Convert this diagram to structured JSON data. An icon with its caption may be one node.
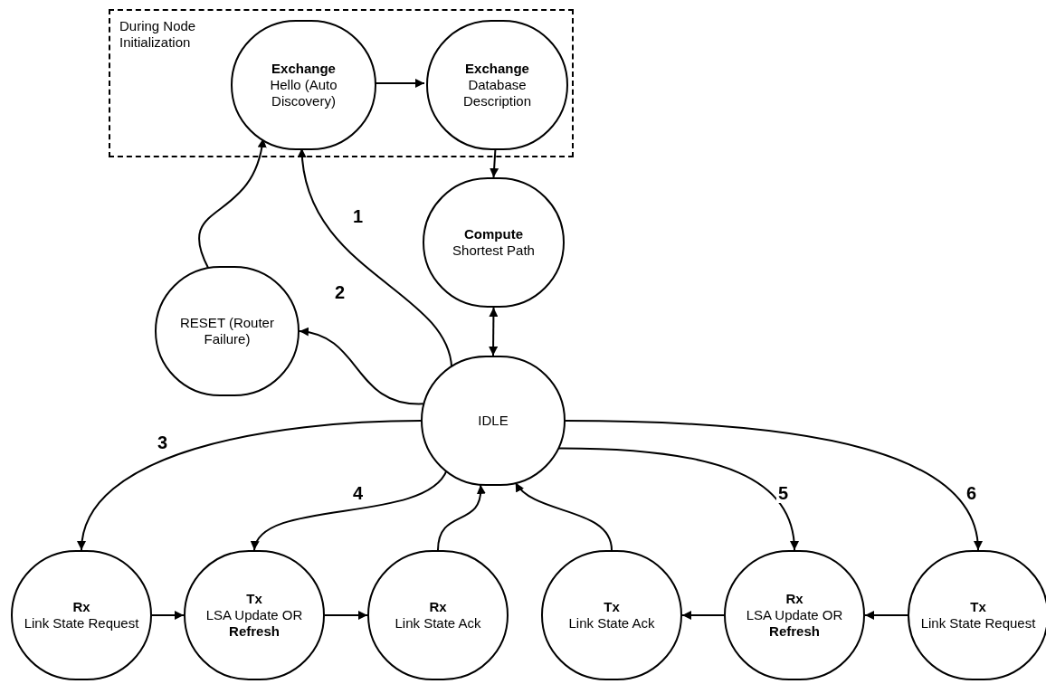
{
  "diagram": {
    "nodes": [
      {
        "text": [
          "During Node Initialization"
        ]
      },
      {
        "text": [
          "Exchange",
          "Hello (Auto Discovery)"
        ],
        "in": 0
      },
      {
        "text": [
          "Exchange",
          "Database Description"
        ],
        "in": 0
      },
      {
        "text": [
          "Compute",
          "Shortest Path"
        ]
      },
      {
        "text": [
          "RESET (Router Failure)"
        ]
      },
      {
        "text": [
          "IDLE"
        ]
      },
      {
        "text": [
          "Rx",
          "Link State Request"
        ]
      },
      {
        "text": [
          "Tx",
          "LSA Update OR **Refresh**"
        ]
      },
      {
        "text": [
          "Rx",
          "Link State Ack"
        ]
      },
      {
        "text": [
          "Tx",
          "Link State Ack"
        ]
      },
      {
        "text": [
          "Rx",
          "LSA Update OR **Refresh**"
        ]
      },
      {
        "text": [
          "Tx",
          "Link State Request"
        ]
      }
    ],
    "edges": [
      {
        "from": 1,
        "to": 2,
        "arrow": "to"
      },
      {
        "from": 2,
        "to": 3,
        "arrow": "to"
      },
      {
        "from": 3,
        "to": 5,
        "arrow": "both"
      },
      {
        "from": 5,
        "to": 1,
        "arrow": "to",
        "label": "1"
      },
      {
        "from": 5,
        "to": 4,
        "arrow": "to",
        "label": "2"
      },
      {
        "from": 4,
        "to": 1,
        "arrow": "to"
      },
      {
        "from": 5,
        "to": 6,
        "arrow": "to",
        "label": "3"
      },
      {
        "from": 5,
        "to": 7,
        "arrow": "to",
        "label": "4"
      },
      {
        "from": 8,
        "to": 5,
        "arrow": "to"
      },
      {
        "from": 9,
        "to": 5,
        "arrow": "to"
      },
      {
        "from": 5,
        "to": 10,
        "arrow": "to",
        "label": "5"
      },
      {
        "from": 5,
        "to": 11,
        "arrow": "to",
        "label": "6"
      },
      {
        "from": 6,
        "to": 7,
        "arrow": "to"
      },
      {
        "from": 7,
        "to": 8,
        "arrow": "to"
      },
      {
        "from": 10,
        "to": 9,
        "arrow": "to"
      },
      {
        "from": 11,
        "to": 10,
        "arrow": "to"
      }
    ]
  }
}
